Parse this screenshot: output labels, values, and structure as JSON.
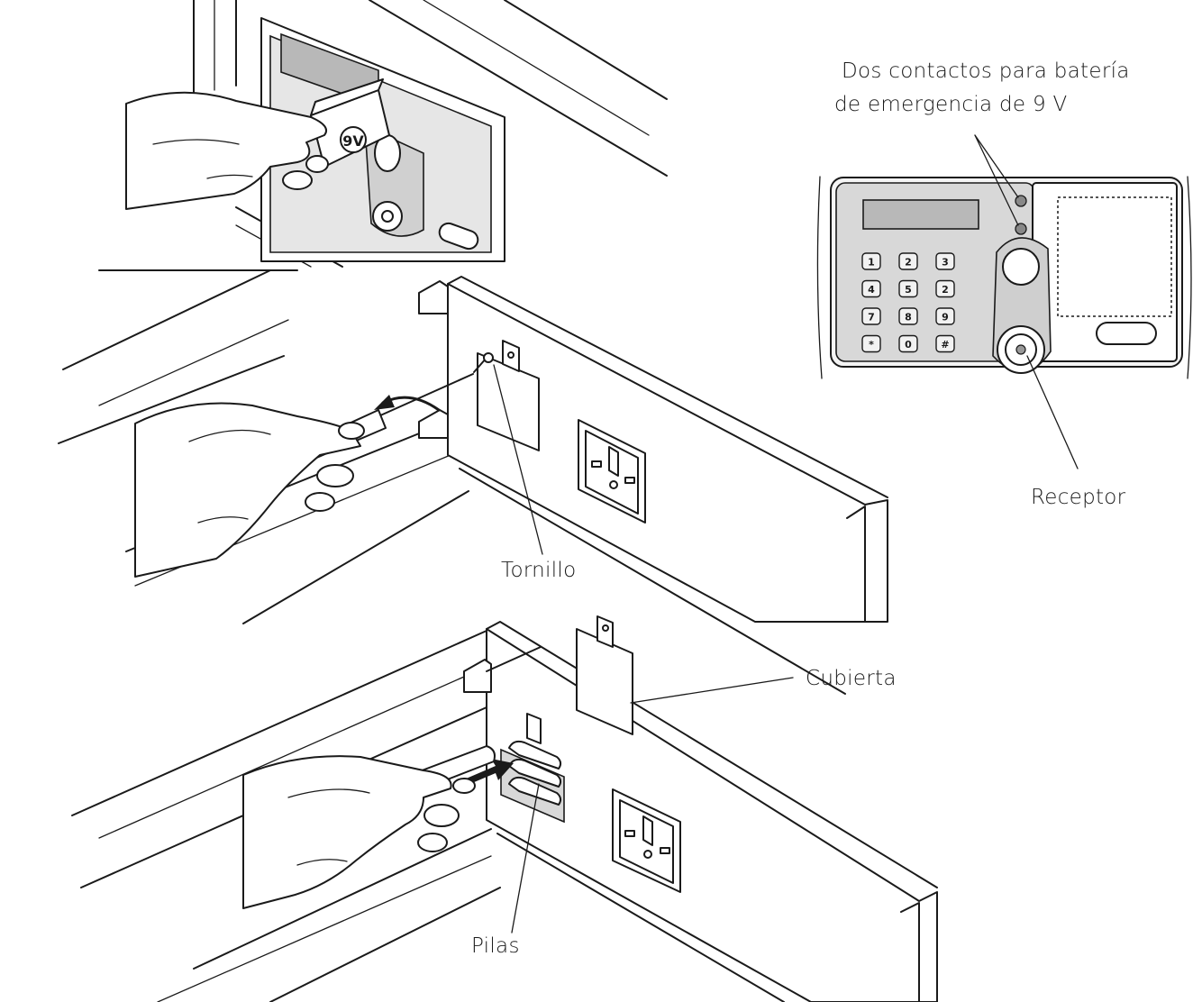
{
  "labels": {
    "battery_contacts_line1": "Dos contactos para batería",
    "battery_contacts_line2": "de emergencia de 9 V",
    "receiver": "Receptor",
    "screw": "Tornillo",
    "cover": "Cubierta",
    "batteries": "Pilas"
  },
  "badges": {
    "battery_9v": "9V"
  },
  "keypad": [
    "1",
    "2",
    "3",
    "4",
    "5",
    "2",
    "7",
    "8",
    "9",
    "*",
    "0",
    "#"
  ],
  "colors": {
    "line": "#1a1a1a",
    "panel_fill": "#d8d8d8",
    "display_fill": "#b8b8b8",
    "soft_line": "#555555"
  }
}
